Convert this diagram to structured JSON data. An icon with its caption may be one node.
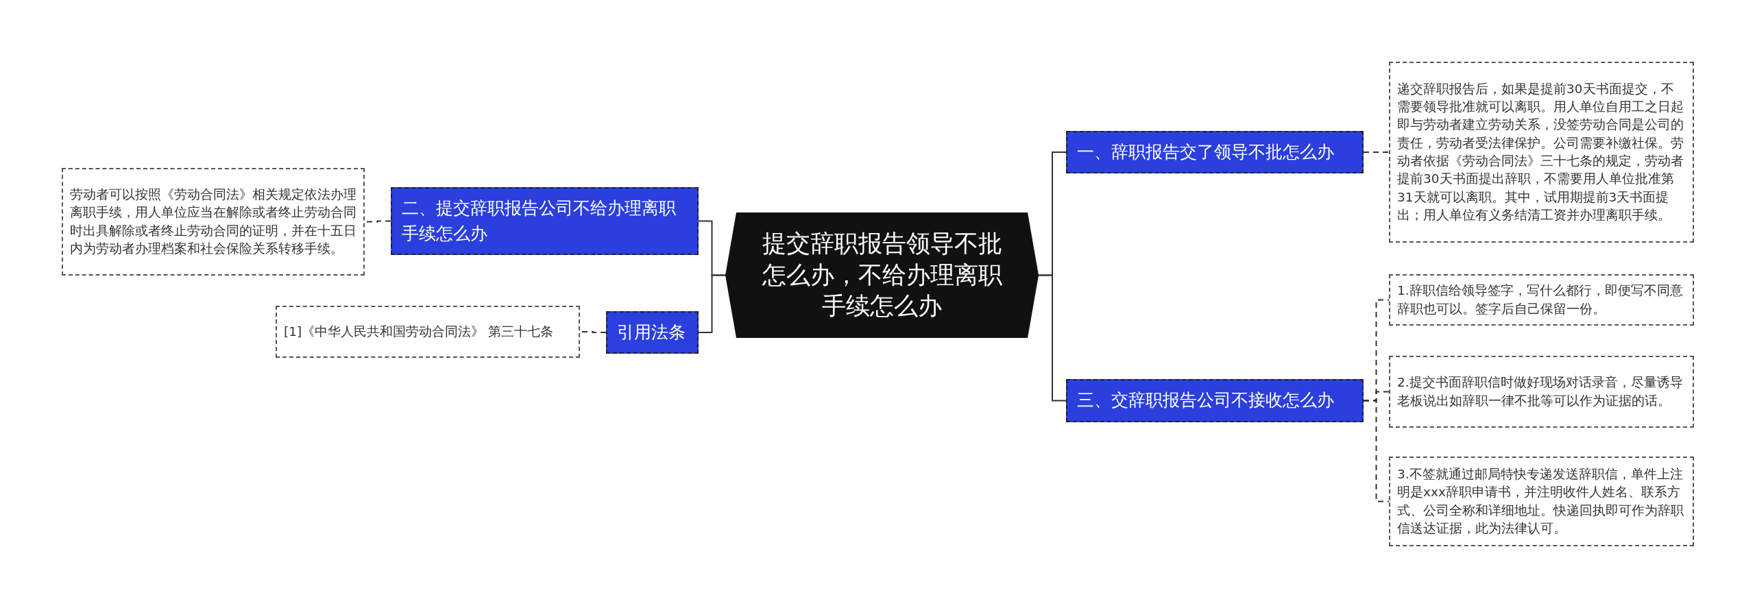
{
  "diagram": {
    "nodes": [
      {
        "text": [
          "提交辞职报告领导不批怎么办，不给办理离职手续怎么办"
        ]
      },
      {
        "text": [
          "一、辞职报告交了领导不批怎么办"
        ]
      },
      {
        "text": [
          "递交辞职报告后，如果是提前30天书面提交，不需要领导批准就可以离职。用人单位自用工之日起即与劳动者建立劳动关系，没签劳动合同是公司的责任，劳动者受法律保护。公司需要补缴社保。劳动者依据《劳动合同法》三十七条的规定，劳动者提前30天书面提出辞职，不需要用人单位批准第31天就可以离职。其中，试用期提前3天书面提出；用人单位有义务结清工资并办理离职手续。"
        ]
      },
      {
        "text": [
          "三、交辞职报告公司不接收怎么办"
        ]
      },
      {
        "text": [
          "1.辞职信给领导签字，写什么都行，即便写不同意辞职也可以。签字后自己保留一份。"
        ]
      },
      {
        "text": [
          "2.提交书面辞职信时做好现场对话录音，尽量诱导老板说出如辞职一律不批等可以作为证据的话。"
        ]
      },
      {
        "text": [
          "3.不签就通过邮局特快专递发送辞职信，单件上注明是xxx辞职申请书，并注明收件人姓名、联系方式、公司全称和详细地址。快递回执即可作为辞职信送达证据，此为法律认可。"
        ]
      },
      {
        "text": [
          "二、提交辞职报告公司不给办理离职手续怎么办"
        ]
      },
      {
        "text": [
          "劳动者可以按照《劳动合同法》相关规定依法办理离职手续，用人单位应当在解除或者终止劳动合同时出具解除或者终止劳动合同的证明，并在十五日内为劳动者办理档案和社会保险关系转移手续。"
        ]
      },
      {
        "text": [
          "引用法条"
        ]
      },
      {
        "text": [
          "[1]《中华人民共和国劳动合同法》 第三十七条"
        ]
      }
    ],
    "edges": [
      {
        "from": 0,
        "to": 1,
        "arrow": "none"
      },
      {
        "from": 0,
        "to": 3,
        "arrow": "none"
      },
      {
        "from": 1,
        "to": 2,
        "arrow": "none",
        "style": "dashed"
      },
      {
        "from": 3,
        "to": 4,
        "arrow": "none",
        "style": "dashed"
      },
      {
        "from": 3,
        "to": 5,
        "arrow": "none",
        "style": "dashed"
      },
      {
        "from": 3,
        "to": 6,
        "arrow": "none",
        "style": "dashed"
      },
      {
        "from": 0,
        "to": 7,
        "arrow": "none"
      },
      {
        "from": 7,
        "to": 8,
        "arrow": "none",
        "style": "dashed"
      },
      {
        "from": 0,
        "to": 9,
        "arrow": "none"
      },
      {
        "from": 9,
        "to": 10,
        "arrow": "none",
        "style": "dashed"
      }
    ]
  }
}
